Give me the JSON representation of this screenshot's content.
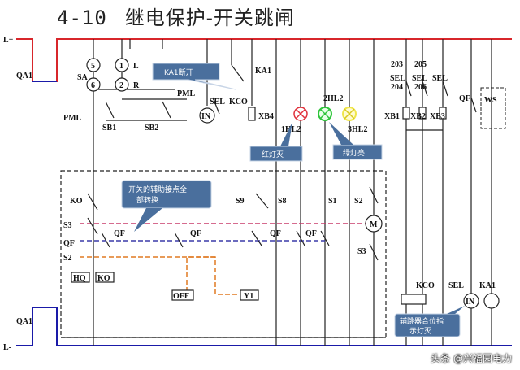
{
  "title": {
    "number": "4-10",
    "text": "继电保护-开关跳闸"
  },
  "rails": {
    "positive": "L+",
    "negative": "L-"
  },
  "breakers": {
    "top": "QA1",
    "bottom": "QA1"
  },
  "labels": {
    "l": "L",
    "r": "R",
    "sa": "SA",
    "pml_left": "PML",
    "pml_top": "PML",
    "sb1": "SB1",
    "sb2": "SB2",
    "sel": "SEL",
    "kco": "KCO",
    "ka1": "KA1",
    "in": "IN",
    "xb4": "XB4",
    "hl1": "1HL2",
    "hl2": "2HL2",
    "hl3": "3HL2",
    "ko": "KO",
    "s3": "S3",
    "qf": "QF",
    "s2": "S2",
    "s9": "S9",
    "s8": "S8",
    "s1": "S1",
    "s2b": "S2",
    "s3b": "S3",
    "m": "M",
    "hq": "HQ",
    "ko_coil": "KO",
    "off": "OFF",
    "y1": "Y1",
    "c203": "203",
    "c205": "205",
    "c204": "204",
    "c206": "206",
    "sel1": "SEL",
    "sel2": "SEL",
    "sel3": "SEL",
    "xb1": "XB1",
    "xb2": "XB2",
    "xb3": "XB3",
    "qf_right": "QF",
    "ws": "WS",
    "kco_coil": "KCO",
    "sel_coil": "SEL",
    "ka1_coil": "KA1",
    "in_coil": "IN",
    "qf2": "QF",
    "qf3": "QF",
    "qf4": "QF",
    "dial5": "5",
    "dial1": "1",
    "dial6": "6",
    "dial2": "2"
  },
  "callouts": {
    "ka1_open": "KA1断开",
    "red_off": "红灯灭",
    "green_on": "绿灯亮",
    "aux_contacts_1": "开关的辅助接点全",
    "aux_contacts_2": "部转换",
    "sel_1": "辅跳器合位指",
    "sel_2": "示灯灭"
  },
  "colors": {
    "rail_red": "#d8262b",
    "rail_blue": "#1a1aa8",
    "callout_fill": "#4a6f9d",
    "red_lamp": "#e0303a",
    "green_lamp": "#2ec43a",
    "yellow_lamp": "#f0e64a"
  },
  "watermark": "头条 @兴福园电力"
}
